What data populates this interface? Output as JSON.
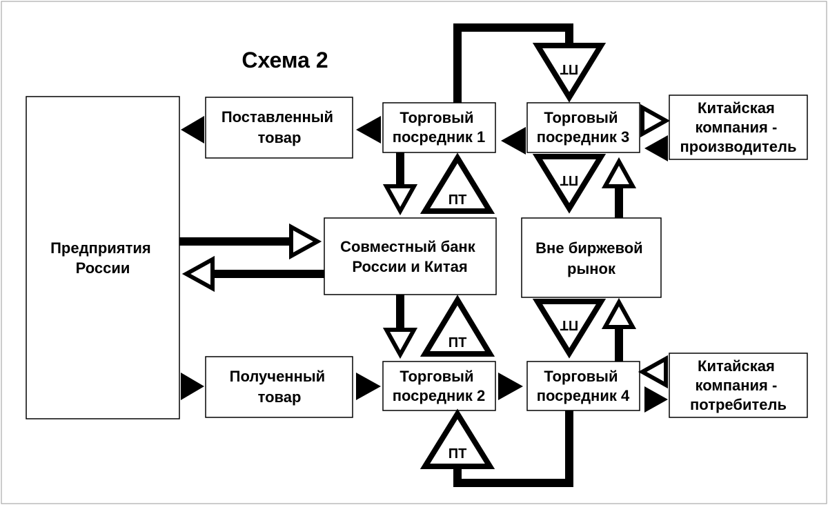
{
  "title": "Схема 2",
  "nodes": {
    "russia": {
      "label": "Предприятия России",
      "lines": [
        "Предприятия",
        "России"
      ]
    },
    "supplied_goods": {
      "label": "Поставленный товар",
      "lines": [
        "Поставленный",
        "товар"
      ]
    },
    "received_goods": {
      "label": "Полученный товар",
      "lines": [
        "Полученный",
        "товар"
      ]
    },
    "trader1": {
      "label": "Торговый посредник 1",
      "lines": [
        "Торговый",
        "посредник 1"
      ]
    },
    "trader2": {
      "label": "Торговый посредник 2",
      "lines": [
        "Торговый",
        "посредник 2"
      ]
    },
    "trader3": {
      "label": "Торговый посредник 3",
      "lines": [
        "Торговый",
        "посредник 3"
      ]
    },
    "trader4": {
      "label": "Торговый посредник 4",
      "lines": [
        "Торговый",
        "посредник 4"
      ]
    },
    "bank": {
      "label": "Совместный банк России и Китая",
      "lines": [
        "Совместный банк",
        "России и Китая"
      ]
    },
    "otc": {
      "label": "Вне биржевой рынок",
      "lines": [
        "Вне биржевой",
        "рынок"
      ]
    },
    "cn_producer": {
      "label": "Китайская компания - производитель",
      "lines": [
        "Китайская",
        "компания -",
        "производитель"
      ]
    },
    "cn_consumer": {
      "label": "Китайская компания - потребитель",
      "lines": [
        "Китайская",
        "компания -",
        "потребитель"
      ]
    }
  },
  "markers": {
    "pt": "ПТ",
    "pt_inverted": "ПТ"
  }
}
